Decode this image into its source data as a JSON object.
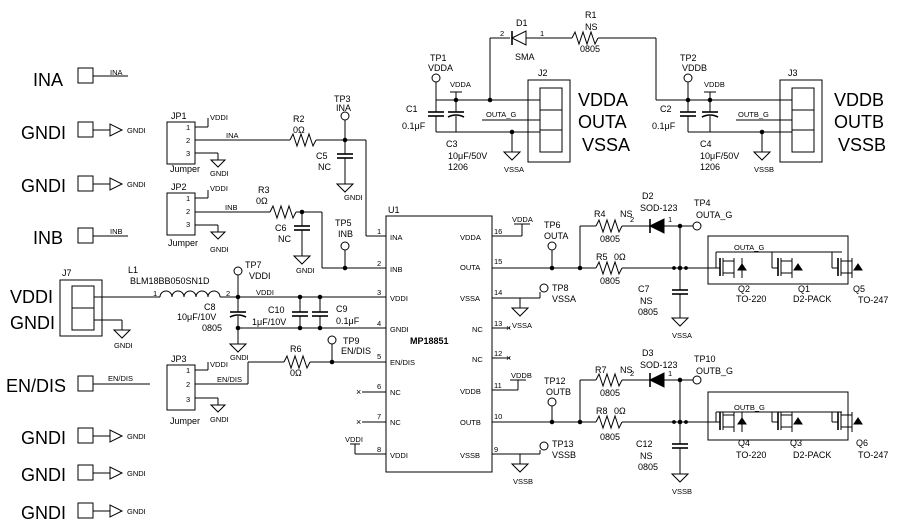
{
  "connectors": {
    "ina": "INA",
    "gndi1": "GNDI",
    "gndi2": "GNDI",
    "inb": "INB",
    "vddi": "VDDI",
    "gndi_j7": "GNDI",
    "en_dis": "EN/DIS",
    "gndi3": "GNDI",
    "gndi4": "GNDI",
    "gndi5": "GNDI"
  },
  "output_labels": {
    "vdda": "VDDA",
    "outa": "OUTA",
    "vssa": "VSSA",
    "vddb": "VDDB",
    "outb": "OUTB",
    "vssb": "VSSB"
  },
  "nets": {
    "ina": "INA",
    "inb": "INB",
    "vddi": "VDDI",
    "gndi": "GNDI",
    "en_dis": "EN/DIS",
    "vdda": "VDDA",
    "vddb": "VDDB",
    "vssa": "VSSA",
    "vssb": "VSSB",
    "outa_g": "OUTA_G",
    "outb_g": "OUTB_G"
  },
  "refdes": {
    "jp1": "JP1",
    "jp2": "JP2",
    "jp3": "JP3",
    "j2": "J2",
    "j3": "J3",
    "j7": "J7",
    "r1": "R1",
    "r2": "R2",
    "r3": "R3",
    "r4": "R4",
    "r5": "R5",
    "r6": "R6",
    "r7": "R7",
    "r8": "R8",
    "c1": "C1",
    "c2": "C2",
    "c3": "C3",
    "c4": "C4",
    "c5": "C5",
    "c6": "C6",
    "c7": "C7",
    "c8": "C8",
    "c9": "C9",
    "c10": "C10",
    "c12": "C12",
    "d1": "D1",
    "d2": "D2",
    "d3": "D3",
    "l1": "L1",
    "u1": "U1",
    "q1": "Q1",
    "q2": "Q2",
    "q3": "Q3",
    "q4": "Q4",
    "q5": "Q5",
    "q6": "Q6",
    "tp1": "TP1",
    "tp2": "TP2",
    "tp3": "TP3",
    "tp4": "TP4",
    "tp5": "TP5",
    "tp6": "TP6",
    "tp7": "TP7",
    "tp8": "TP8",
    "tp9": "TP9",
    "tp10": "TP10",
    "tp12": "TP12",
    "tp13": "TP13"
  },
  "values": {
    "jumper": "Jumper",
    "ns": "NS",
    "zero_ohm": "0Ω",
    "p0805": "0805",
    "p1206": "1206",
    "sma": "SMA",
    "sod123": "SOD-123",
    "c01uf": "0.1μF",
    "c10uf50v": "10μF/50V",
    "c10uf10v": "10μF/10V",
    "c1uf10v": "1μF/10V",
    "nc": "NC",
    "l1_part": "BLM18BB050SN1D",
    "to220": "TO-220",
    "d2pack": "D2-PACK",
    "to247": "TO-247"
  },
  "ic": {
    "name": "MP18851",
    "pins_left": [
      {
        "num": "1",
        "name": "INA"
      },
      {
        "num": "2",
        "name": "INB"
      },
      {
        "num": "3",
        "name": "VDDI"
      },
      {
        "num": "4",
        "name": "GNDI"
      },
      {
        "num": "5",
        "name": "EN/DIS"
      },
      {
        "num": "6",
        "name": "NC"
      },
      {
        "num": "7",
        "name": "NC"
      },
      {
        "num": "8",
        "name": "VDDI"
      }
    ],
    "pins_right": [
      {
        "num": "16",
        "name": "VDDA"
      },
      {
        "num": "15",
        "name": "OUTA"
      },
      {
        "num": "14",
        "name": "VSSA"
      },
      {
        "num": "13",
        "name": "NC"
      },
      {
        "num": "12",
        "name": "NC"
      },
      {
        "num": "11",
        "name": "VDDB"
      },
      {
        "num": "10",
        "name": "OUTB"
      },
      {
        "num": "9",
        "name": "VSSB"
      }
    ]
  },
  "pin_numbers": {
    "p1": "1",
    "p2": "2",
    "p3": "3"
  }
}
